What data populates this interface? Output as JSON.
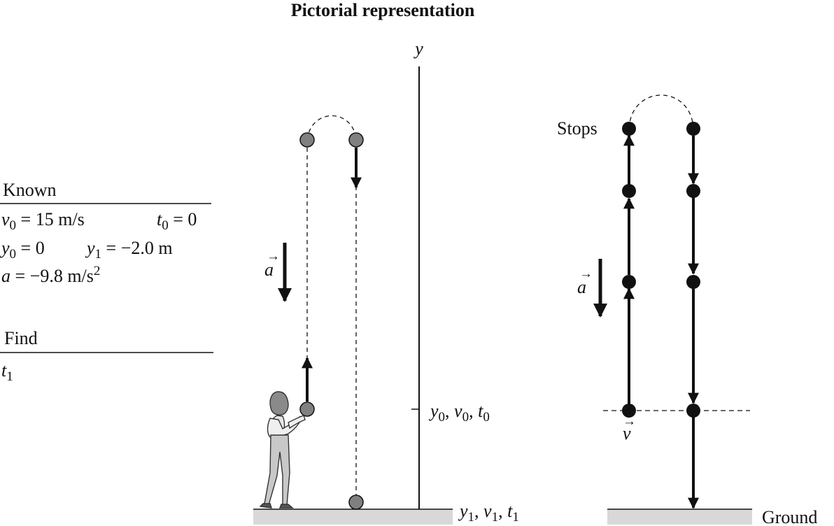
{
  "title": "Pictorial representation",
  "known": {
    "header": "Known",
    "v0": "15 m/s",
    "t0": "0",
    "y0": "0",
    "y1": "−2.0 m",
    "a": "−9.8 m/s"
  },
  "find": {
    "header": "Find"
  },
  "axis": {
    "y_label": "y",
    "sep": ", "
  },
  "labels": {
    "stops": "Stops",
    "ground": "Ground"
  },
  "symbols": {
    "y": "y",
    "v": "v",
    "t": "t",
    "a": "a",
    "sub0": "0",
    "sub1": "1",
    "sup2": "2",
    "eq": " = ",
    "vec_arrow": "→"
  },
  "colors": {
    "ink": "#111111",
    "ball_gray": "#808080",
    "ground_fill": "#d8d8d8"
  },
  "icons": [
    "person-throwing-ball-icon",
    "acceleration-vector-icon",
    "velocity-vector-icon"
  ]
}
